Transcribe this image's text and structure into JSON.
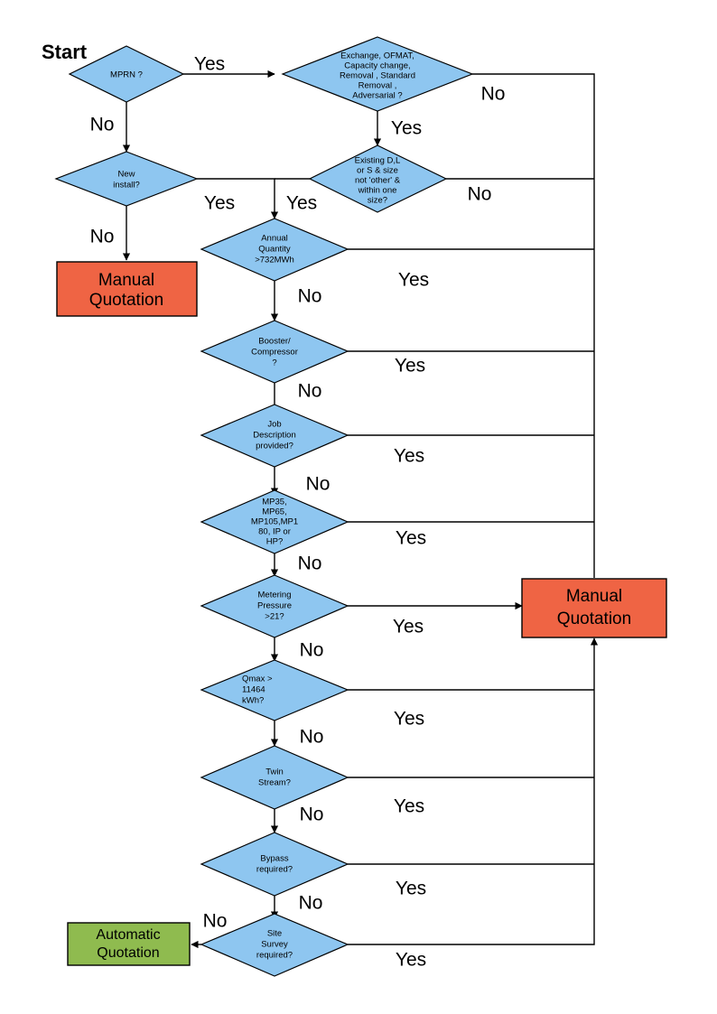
{
  "diagram": {
    "title_label": "Start",
    "colors": {
      "decision_fill": "#8EC6F0",
      "manual_fill": "#EF6444",
      "automatic_fill": "#8FBB4F",
      "stroke": "#000000",
      "background": "#FFFFFF"
    },
    "decisions": [
      {
        "id": "mprn",
        "lines": [
          "MPRN ?"
        ],
        "yes_label": "Yes",
        "no_label": "No"
      },
      {
        "id": "exchange",
        "lines": [
          "Exchange, OFMAT,",
          "Capacity change,",
          "Removal , Standard",
          "Removal ,",
          "Adversarial ?"
        ],
        "yes_label": "Yes",
        "no_label": "No"
      },
      {
        "id": "new-install",
        "lines": [
          "New",
          "install?"
        ],
        "yes_label": "Yes",
        "no_label": "No"
      },
      {
        "id": "existing-dls",
        "lines": [
          "Existing D,L",
          "or S & size",
          "not 'other' &",
          "within one",
          "size?"
        ],
        "yes_label": "Yes",
        "no_label": "No"
      },
      {
        "id": "annual-quantity",
        "lines": [
          "Annual",
          "Quantity",
          ">732MWh"
        ],
        "yes_label": "Yes",
        "no_label": "No"
      },
      {
        "id": "booster-compressor",
        "lines": [
          "Booster/",
          "Compressor",
          "?"
        ],
        "yes_label": "Yes",
        "no_label": "No"
      },
      {
        "id": "job-description",
        "lines": [
          "Job",
          "Description",
          "provided?"
        ],
        "yes_label": "Yes",
        "no_label": "No"
      },
      {
        "id": "meter-type",
        "lines": [
          "MP35,",
          "MP65,",
          "MP105,MP1",
          "80, IP or",
          "HP?"
        ],
        "yes_label": "Yes",
        "no_label": "No"
      },
      {
        "id": "metering-pressure",
        "lines": [
          "Metering",
          "Pressure",
          ">21?"
        ],
        "yes_label": "Yes",
        "no_label": "No"
      },
      {
        "id": "qmax",
        "lines": [
          "Qmax >",
          "11464",
          "kWh?"
        ],
        "yes_label": "Yes",
        "no_label": "No"
      },
      {
        "id": "twin-stream",
        "lines": [
          "Twin",
          "Stream?"
        ],
        "yes_label": "Yes",
        "no_label": "No"
      },
      {
        "id": "bypass",
        "lines": [
          "Bypass",
          "required?"
        ],
        "yes_label": "Yes",
        "no_label": "No"
      },
      {
        "id": "site-survey",
        "lines": [
          "Site",
          "Survey",
          "required?"
        ],
        "yes_label": "Yes",
        "no_label": "No"
      }
    ],
    "terminals": [
      {
        "id": "manual-quotation-left",
        "lines": [
          "Manual",
          "Quotation"
        ],
        "type": "manual"
      },
      {
        "id": "manual-quotation-right",
        "lines": [
          "Manual",
          "Quotation"
        ],
        "type": "manual"
      },
      {
        "id": "automatic-quotation",
        "lines": [
          "Automatic",
          "Quotation"
        ],
        "type": "automatic"
      }
    ],
    "text": {
      "start": "Start",
      "yes": "Yes",
      "no": "No",
      "mprn_1": "MPRN ?",
      "exchange_1": "Exchange, OFMAT,",
      "exchange_2": "Capacity change,",
      "exchange_3": "Removal , Standard",
      "exchange_4": "Removal ,",
      "exchange_5": "Adversarial ?",
      "newinstall_1": "New",
      "newinstall_2": "install?",
      "existing_1": "Existing D,L",
      "existing_2": "or S & size",
      "existing_3": "not 'other' &",
      "existing_4": "within one",
      "existing_5": "size?",
      "annual_1": "Annual",
      "annual_2": "Quantity",
      "annual_3": ">732MWh",
      "booster_1": "Booster/",
      "booster_2": "Compressor",
      "booster_3": "?",
      "job_1": "Job",
      "job_2": "Description",
      "job_3": "provided?",
      "meter_1": "MP35,",
      "meter_2": "MP65,",
      "meter_3": "MP105,MP1",
      "meter_4": "80, IP or",
      "meter_5": "HP?",
      "pressure_1": "Metering",
      "pressure_2": "Pressure",
      "pressure_3": ">21?",
      "qmax_1": "Qmax >",
      "qmax_2": "11464",
      "qmax_3": "kWh?",
      "twin_1": "Twin",
      "twin_2": "Stream?",
      "bypass_1": "Bypass",
      "bypass_2": "required?",
      "site_1": "Site",
      "site_2": "Survey",
      "site_3": "required?",
      "manual_1": "Manual",
      "manual_2": "Quotation",
      "auto_1": "Automatic",
      "auto_2": "Quotation"
    }
  }
}
